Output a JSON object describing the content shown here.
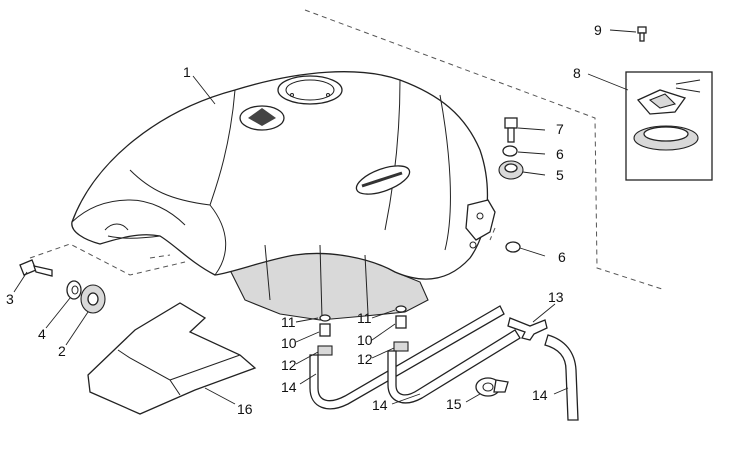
{
  "diagram": {
    "callouts": {
      "c1": "1",
      "c2": "2",
      "c3": "3",
      "c4": "4",
      "c5": "5",
      "c6a": "6",
      "c6b": "6",
      "c7": "7",
      "c8": "8",
      "c9": "9",
      "c10a": "10",
      "c10b": "10",
      "c11a": "11",
      "c11b": "11",
      "c12a": "12",
      "c12b": "12",
      "c13": "13",
      "c14a": "14",
      "c14b": "14",
      "c14c": "14",
      "c15": "15",
      "c16": "16"
    }
  }
}
